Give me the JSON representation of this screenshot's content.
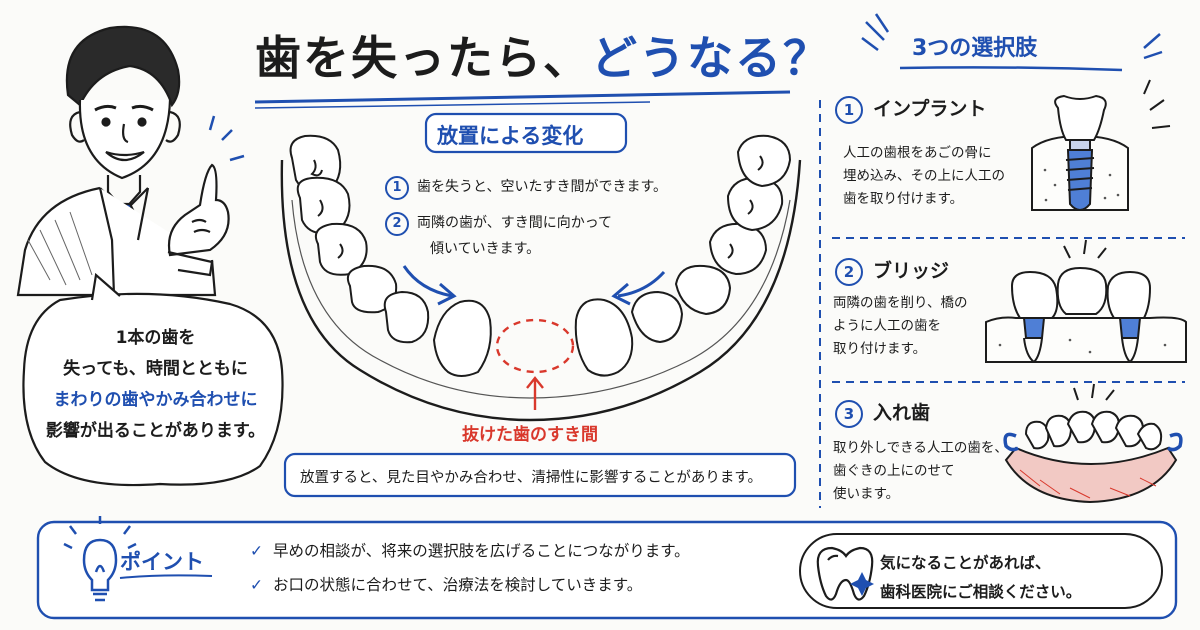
{
  "title": {
    "part1": "歯を失ったら、",
    "part2": "どうなる？"
  },
  "bubble": {
    "lines": [
      "1本の歯を",
      "失っても、時間とともに",
      "まわりの歯やかみ合わせに",
      "影響が出ることがあります。"
    ]
  },
  "status": {
    "label": "放置による変化",
    "steps": [
      {
        "num": "1",
        "text": "歯を失うと、空いたすき間ができます。"
      },
      {
        "num": "2",
        "text": "両隣の歯が、すき間に向かって",
        "text2": "傾いていきます。"
      }
    ],
    "gap_label": "抜けた歯のすき間",
    "note": "放置すると、見た目やかみ合わせ、清掃性に影響することがあります。"
  },
  "choices": {
    "title": "3つの選択肢",
    "options": [
      {
        "num": "1",
        "name": "インプラント",
        "desc": [
          "人工の歯根をあごの骨に",
          "埋め込み、その上に人工の",
          "歯を取り付けます。"
        ]
      },
      {
        "num": "2",
        "name": "ブリッジ",
        "desc": [
          "両隣の歯を削り、橋の",
          "ように人工の歯を",
          "取り付けます。"
        ]
      },
      {
        "num": "3",
        "name": "入れ歯",
        "desc": [
          "取り外しできる人工の歯を、",
          "歯ぐきの上にのせて",
          "使います。"
        ]
      }
    ]
  },
  "point": {
    "label": "ポイント",
    "checks": [
      "早めの相談が、将来の選択肢を広げることにつながります。",
      "お口の状態に合わせて、治療法を検討していきます。"
    ],
    "check_mark": "✓",
    "consult": [
      "気になることがあれば、",
      "歯科医院にご相談ください。"
    ]
  },
  "colors": {
    "accent": "#1f4fb0",
    "alert": "#d9382c",
    "ink": "#1c1c1c",
    "gum": "#f2c9c4"
  },
  "icons": [
    "doctor-illustration",
    "jaw-illustration",
    "implant-icon",
    "bridge-icon",
    "denture-icon",
    "lightbulb-icon",
    "tooth-sparkle-icon"
  ]
}
